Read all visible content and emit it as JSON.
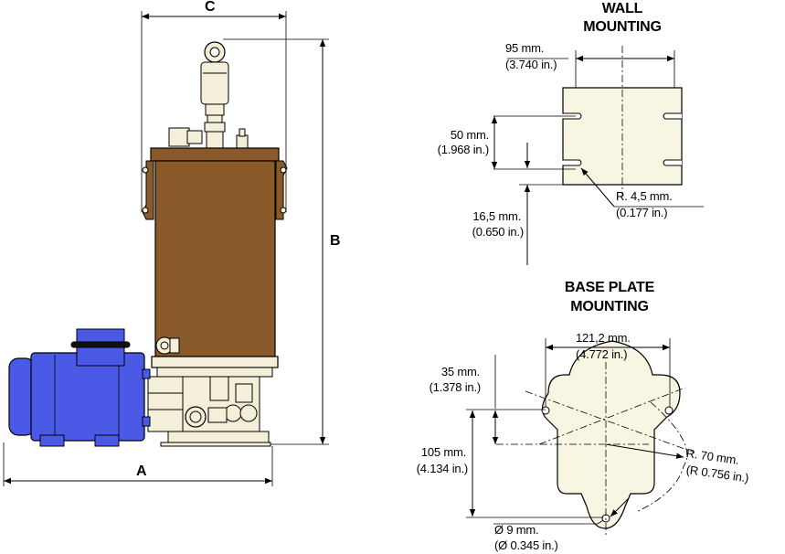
{
  "pump": {
    "dim_a": "A",
    "dim_b": "B",
    "dim_c": "C",
    "colors": {
      "reservoir": "#8b5a2b",
      "motor": "#4a59e6",
      "pump_body": "#f3efd8",
      "plate": "#f8f6e2"
    }
  },
  "wall": {
    "title_line1": "WALL",
    "title_line2": "MOUNTING",
    "width_mm": "95 mm.",
    "width_in": "(3.740 in.)",
    "slot_mm": "50 mm.",
    "slot_in": "(1.968 in.)",
    "radius_mm": "R. 4,5 mm.",
    "radius_in": "(0.177 in.)",
    "offset_mm": "16,5 mm.",
    "offset_in": "(0.650 in.)"
  },
  "base": {
    "title_line1": "BASE PLATE",
    "title_line2": "MOUNTING",
    "width_mm": "121,2 mm.",
    "width_in": "(4.772 in.)",
    "h1_mm": "35 mm.",
    "h1_in": "(1.378 in.)",
    "h2_mm": "105 mm.",
    "h2_in": "(4.134 in.)",
    "radius_mm": "R. 70 mm.",
    "radius_in": "(R 0.756 in.)",
    "hole_mm": "Ø 9 mm.",
    "hole_in": "(Ø 0.345 in.)"
  }
}
